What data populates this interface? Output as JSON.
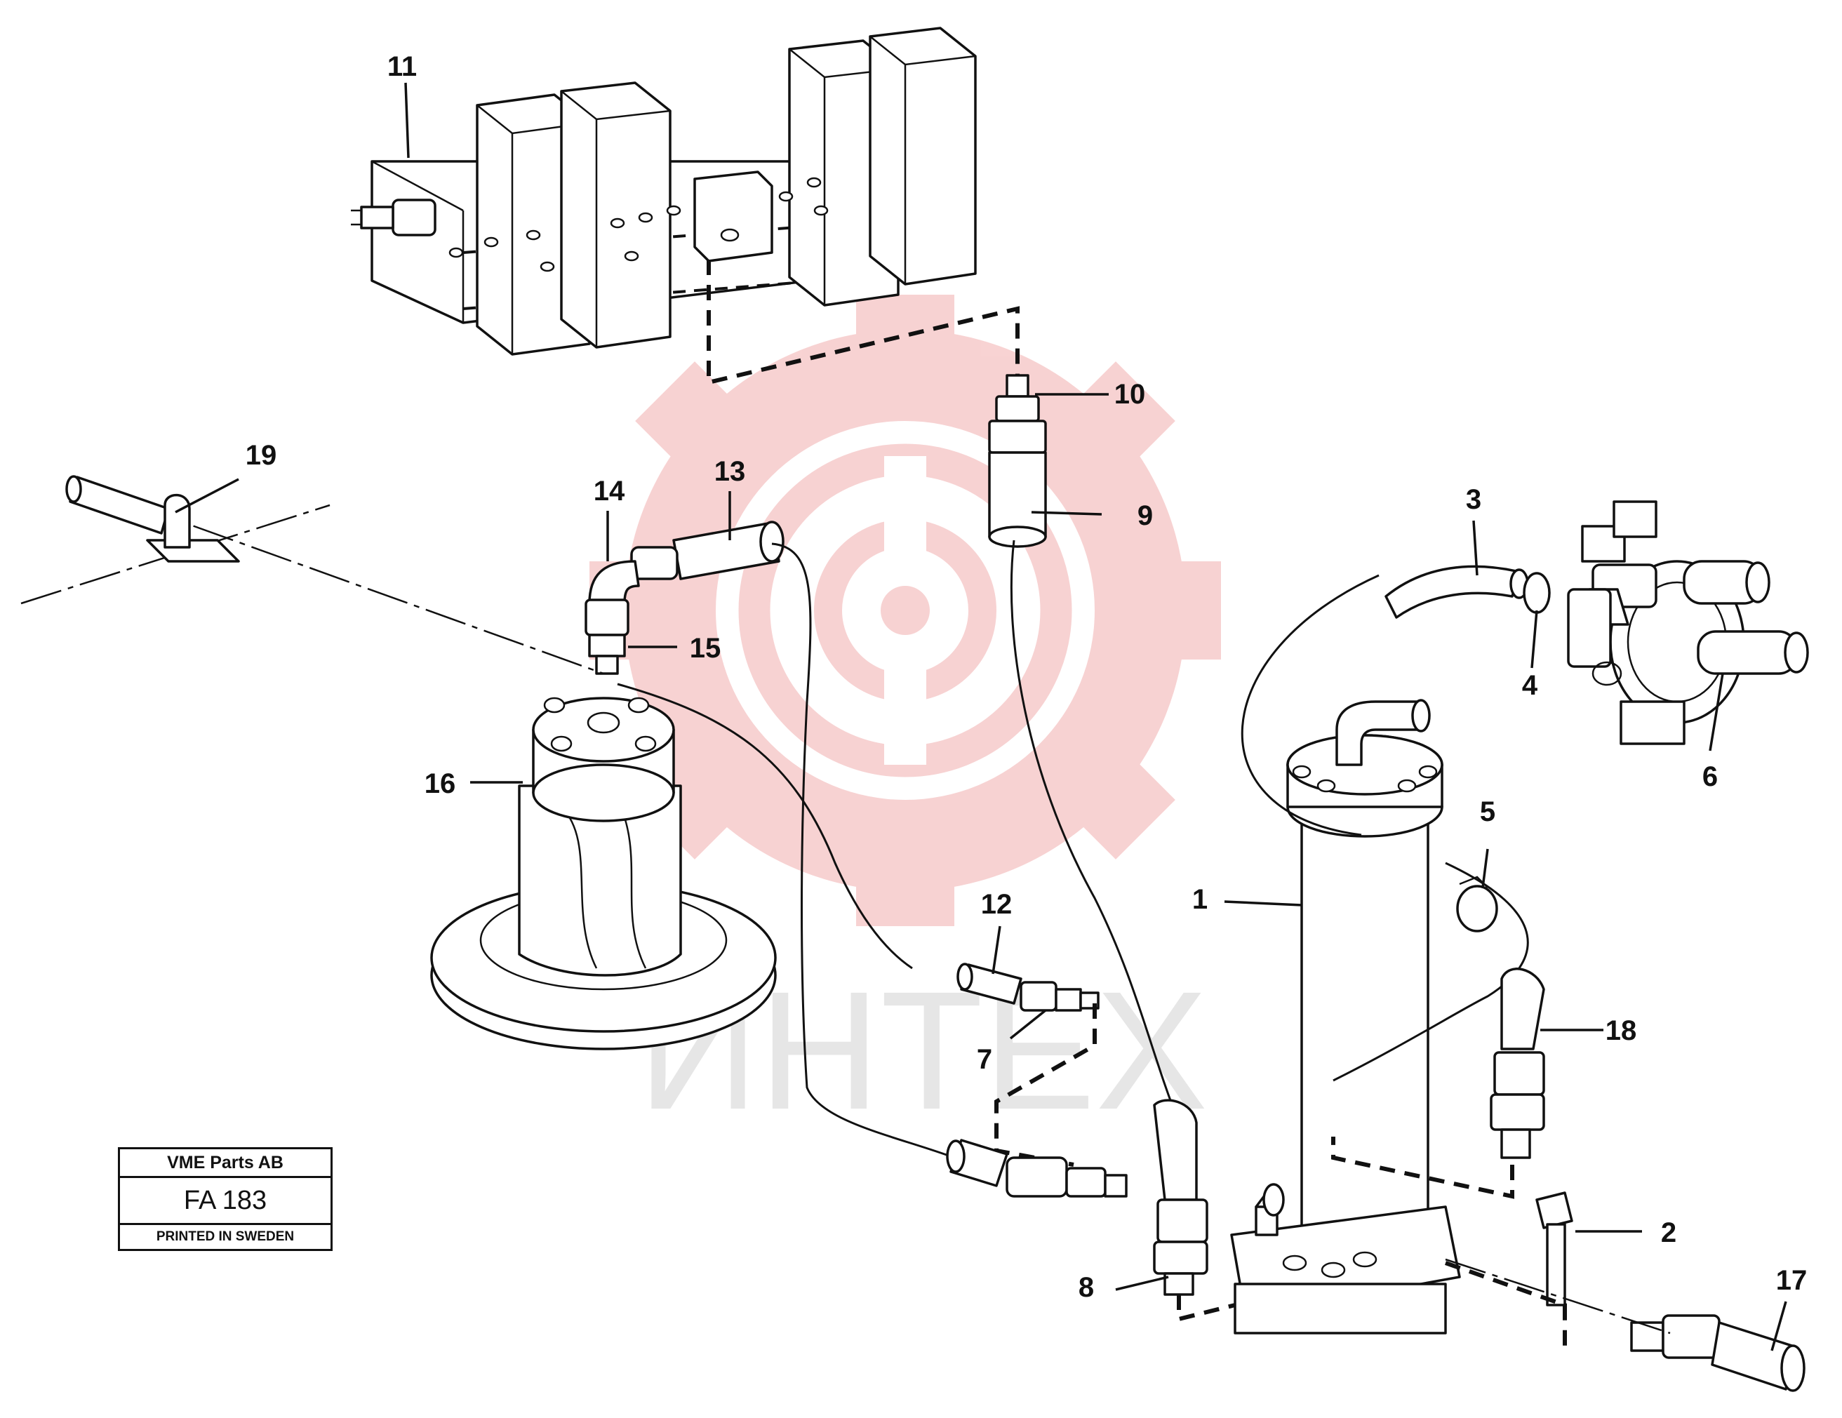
{
  "labels": {
    "p1": "1",
    "p2": "2",
    "p3": "3",
    "p4": "4",
    "p5": "5",
    "p6": "6",
    "p7": "7",
    "p8": "8",
    "p9": "9",
    "p10": "10",
    "p11": "11",
    "p12": "12",
    "p13": "13",
    "p14": "14",
    "p15": "15",
    "p16": "16",
    "p17": "17",
    "p18": "18",
    "p19": "19"
  },
  "stamp": {
    "company": "VME Parts AB",
    "code": "FA 183",
    "printed": "PRINTED IN SWEDEN"
  },
  "watermark": {
    "text": "ИНТЕХ",
    "text_color": "#e6e6e6",
    "gear_color": "#f6c8c8"
  }
}
